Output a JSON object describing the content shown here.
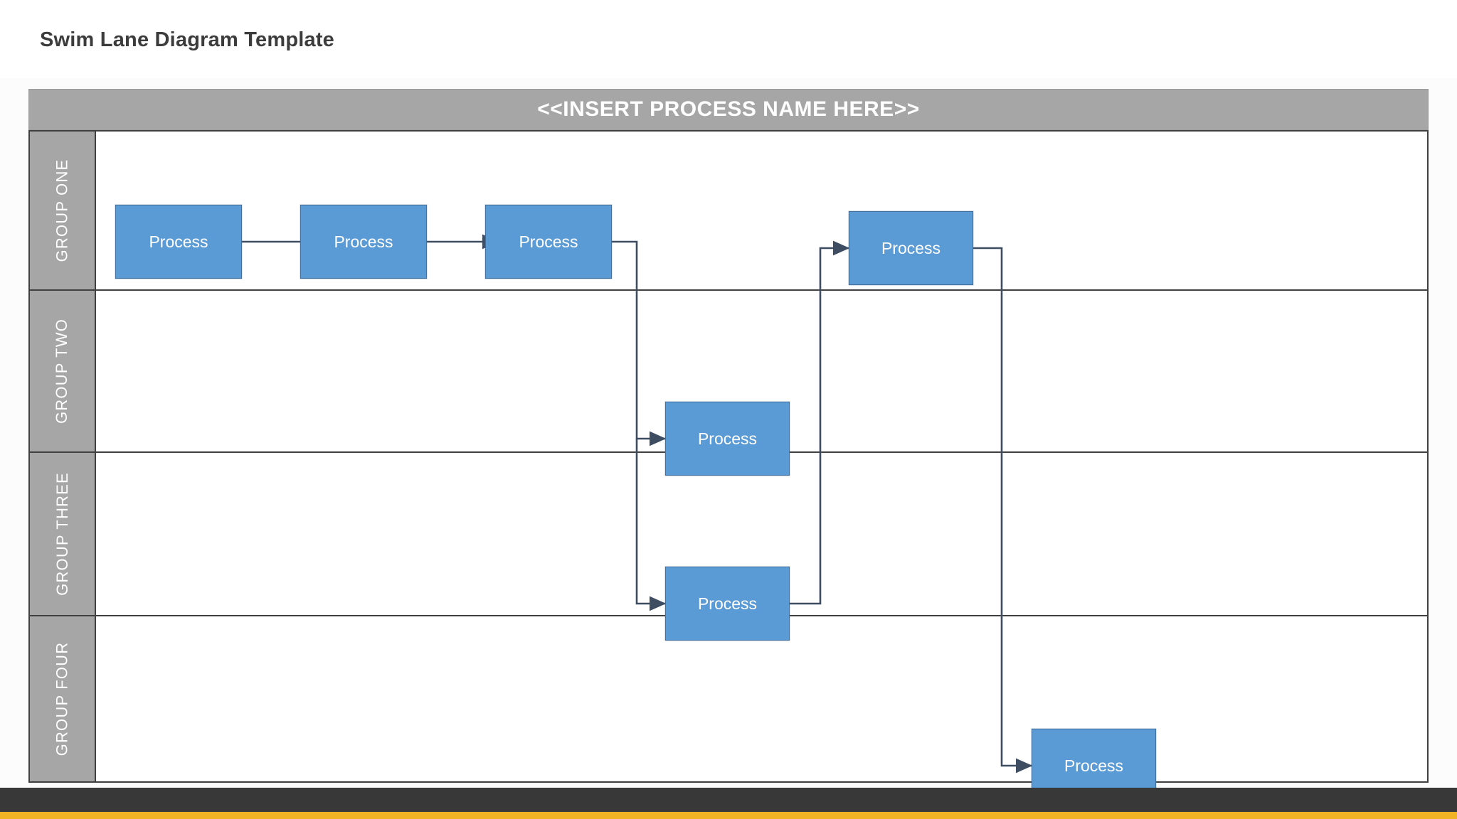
{
  "page": {
    "title": "Swim Lane Diagram Template"
  },
  "diagram": {
    "banner_label": "<<INSERT PROCESS NAME HERE>>",
    "lanes": [
      {
        "id": "group-one",
        "label": "GROUP ONE"
      },
      {
        "id": "group-two",
        "label": "GROUP TWO"
      },
      {
        "id": "group-three",
        "label": "GROUP THREE"
      },
      {
        "id": "group-four",
        "label": "GROUP FOUR"
      }
    ],
    "nodes": [
      {
        "id": "p1",
        "label": "Process",
        "lane": "group-one"
      },
      {
        "id": "p2",
        "label": "Process",
        "lane": "group-one"
      },
      {
        "id": "p3",
        "label": "Process",
        "lane": "group-one"
      },
      {
        "id": "p4",
        "label": "Process",
        "lane": "group-one"
      },
      {
        "id": "p5",
        "label": "Process",
        "lane": "group-two"
      },
      {
        "id": "p6",
        "label": "Process",
        "lane": "group-three"
      },
      {
        "id": "p7",
        "label": "Process",
        "lane": "group-four"
      }
    ]
  },
  "colors": {
    "process_fill": "#5b9bd5",
    "process_border": "#41719c",
    "lane_header_fill": "#a6a6a6",
    "banner_fill": "#a6a6a6",
    "lane_border": "#404040",
    "connector": "#3f4d63",
    "title_text": "#3c3c3c",
    "footer_dark": "#383838",
    "footer_accent": "#f0b323"
  }
}
